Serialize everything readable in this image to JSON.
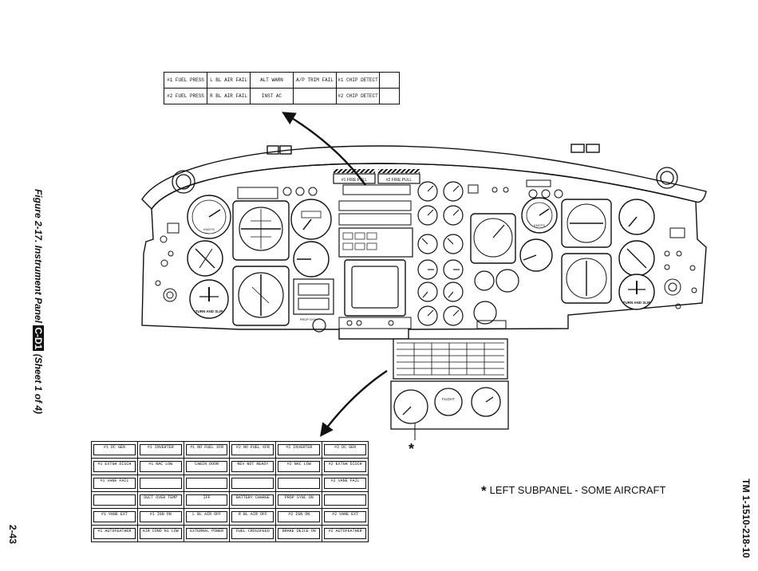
{
  "caption": {
    "text": "Figure 2-17. Instrument Panel",
    "badge": "C-D1",
    "sheet": "(Sheet 1 of 4)"
  },
  "page_number": "2-43",
  "document_id": "TM 1-1510-218-10",
  "note": {
    "symbol": "*",
    "text": "LEFT SUBPANEL - SOME AIRCRAFT"
  },
  "subpanel_marker": "*",
  "top_annunciator": [
    [
      "#1 FUEL PRESS",
      "L BL AIR FAIL",
      "ALT WARN",
      "A/P TRIM FAIL",
      "#1 CHIP DETECT",
      ""
    ],
    [
      "#2 FUEL PRESS",
      "R BL AIR FAIL",
      "INST AC",
      "",
      "#2 CHIP DETECT",
      ""
    ]
  ],
  "bottom_annunciator": [
    [
      "#1 DC GEN",
      "#1 INVERTER",
      "#1 NO FUEL XFR",
      "#2 NO FUEL XFR",
      "#2 INVERTER",
      "#2 DC GEN"
    ],
    [
      "#1 EXTGH DISCH",
      "#1 NAC LOW",
      "CABIN DOOR",
      "REV NOT READY",
      "#2 NAC LOW",
      "#2 EXTGH DISCH"
    ],
    [
      "#1 VANE FAIL",
      "",
      "",
      "",
      "",
      "#2 VANE FAIL"
    ],
    [
      "",
      "DUCT OVER TEMP",
      "IFF",
      "BATTERY CHARGE",
      "PROP SYNC ON",
      ""
    ],
    [
      "#1 VANE EXT",
      "#1 IGN ON",
      "L BL AIR OFF",
      "R BL AIR OFF",
      "#2 IGN ON",
      "#2 VANE EXT"
    ],
    [
      "#1 AUTOFEATHER",
      "AIR COND N1 LOW",
      "EXTERNAL POWER",
      "FUEL CROSSFEED",
      "BRAKE DEICE ON",
      "#2 AUTOFEATHER"
    ]
  ],
  "panel_labels": {
    "fire_pull_1": "#1 FIRE PULL",
    "fire_pull_2": "#2 FIRE PULL",
    "turn_slip_left": "TURN AND SLIP",
    "turn_slip_right": "TURN AND SLIP",
    "flight": "FLIGHT",
    "prop_sync": "PROP SYN",
    "airspeed_left": "KNOTS",
    "airspeed_right": "KNOTS"
  }
}
